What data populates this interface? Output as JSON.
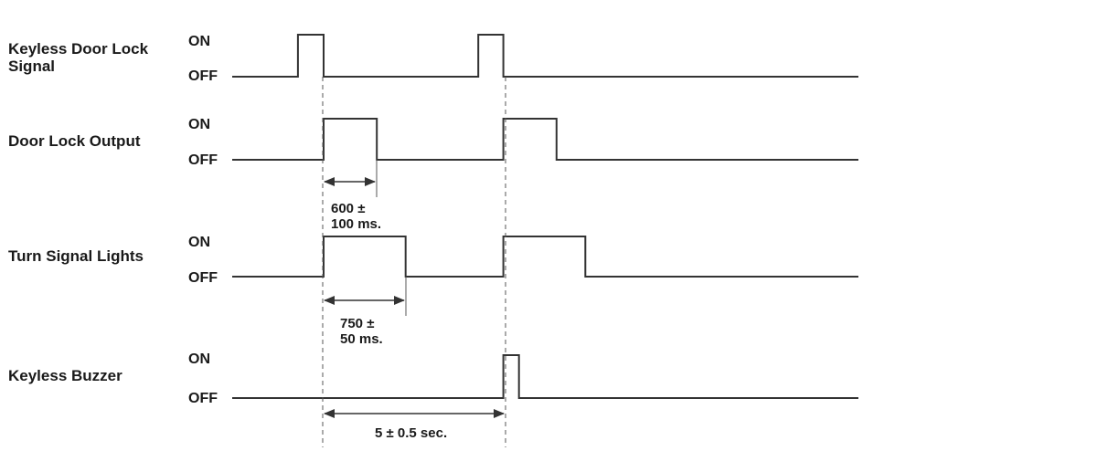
{
  "signals": [
    {
      "name_lines": [
        "Keyless Door Lock",
        "Signal"
      ],
      "on": "ON",
      "off": "OFF",
      "pulses": [
        [
          0.105,
          0.146
        ],
        [
          0.393,
          0.433
        ]
      ]
    },
    {
      "name_lines": [
        "Door Lock Output"
      ],
      "on": "ON",
      "off": "OFF",
      "pulses": [
        [
          0.146,
          0.231
        ],
        [
          0.433,
          0.518
        ]
      ]
    },
    {
      "name_lines": [
        "Turn Signal Lights"
      ],
      "on": "ON",
      "off": "OFF",
      "pulses": [
        [
          0.146,
          0.277
        ],
        [
          0.433,
          0.564
        ]
      ]
    },
    {
      "name_lines": [
        "Keyless Buzzer"
      ],
      "on": "ON",
      "off": "OFF",
      "pulses": [
        [
          0.433,
          0.458
        ]
      ]
    }
  ],
  "annotations": [
    {
      "lines": [
        "600 ±",
        "100 ms."
      ]
    },
    {
      "lines": [
        "750 ±",
        "50 ms."
      ]
    },
    {
      "lines": [
        "5 ± 0.5 sec."
      ]
    }
  ],
  "colors": {
    "line": "#333333",
    "text": "#1a1a1a"
  }
}
